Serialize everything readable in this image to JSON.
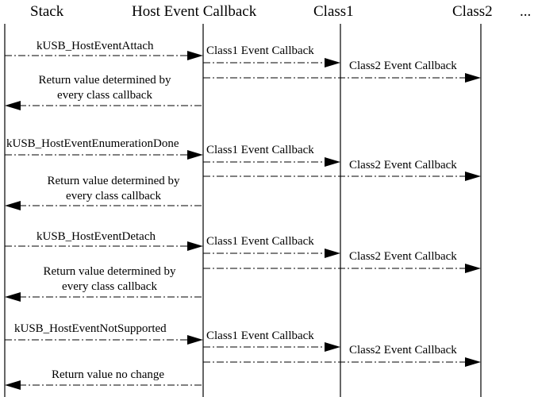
{
  "participants": [
    {
      "id": "stack",
      "name": "Stack"
    },
    {
      "id": "host",
      "name": "Host Event Callback"
    },
    {
      "id": "class1",
      "name": "Class1"
    },
    {
      "id": "class2",
      "name": "Class2"
    }
  ],
  "more_indicator": "...",
  "groups": [
    {
      "event": "kUSB_HostEventAttach",
      "class1_label": "Class1 Event Callback",
      "class2_label": "Class2 Event Callback",
      "return_lines": [
        "Return value determined by",
        "every class callback"
      ]
    },
    {
      "event": "kUSB_HostEventEnumerationDone",
      "class1_label": "Class1 Event Callback",
      "class2_label": "Class2 Event Callback",
      "return_lines": [
        "Return value determined by",
        "every class callback"
      ]
    },
    {
      "event": "kUSB_HostEventDetach",
      "class1_label": "Class1 Event Callback",
      "class2_label": "Class2 Event Callback",
      "return_lines": [
        "Return value determined by",
        "every class callback"
      ]
    },
    {
      "event": "kUSB_HostEventNotSupported",
      "class1_label": "Class1 Event Callback",
      "class2_label": "Class2 Event Callback",
      "return_lines": [
        "Return value no change"
      ]
    }
  ]
}
